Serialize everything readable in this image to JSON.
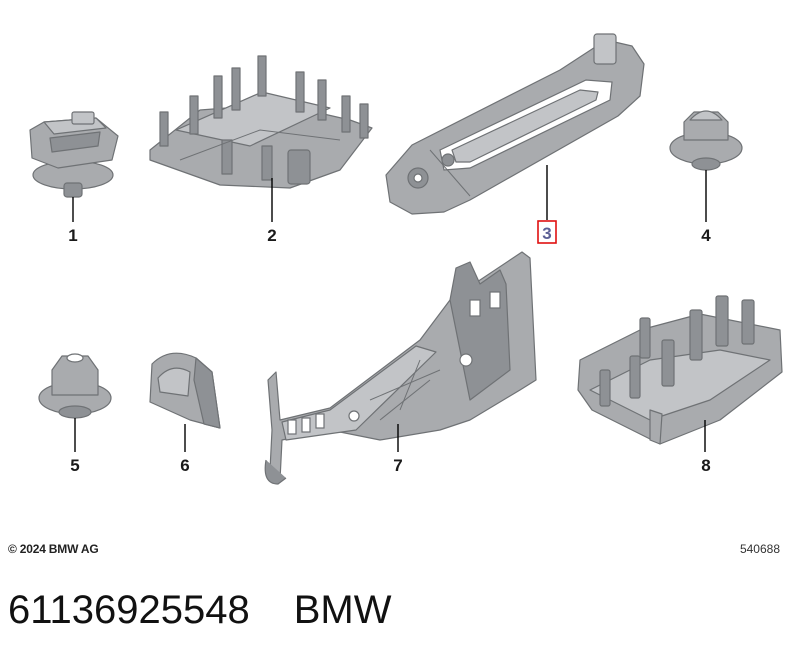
{
  "diagram": {
    "callouts": [
      "1",
      "2",
      "3",
      "4",
      "5",
      "6",
      "7",
      "8"
    ],
    "highlighted": "3",
    "copyright": "© 2024 BMW AG",
    "diagram_id": "540688"
  },
  "footer": {
    "part_number": "61136925548",
    "brand": "BMW"
  }
}
